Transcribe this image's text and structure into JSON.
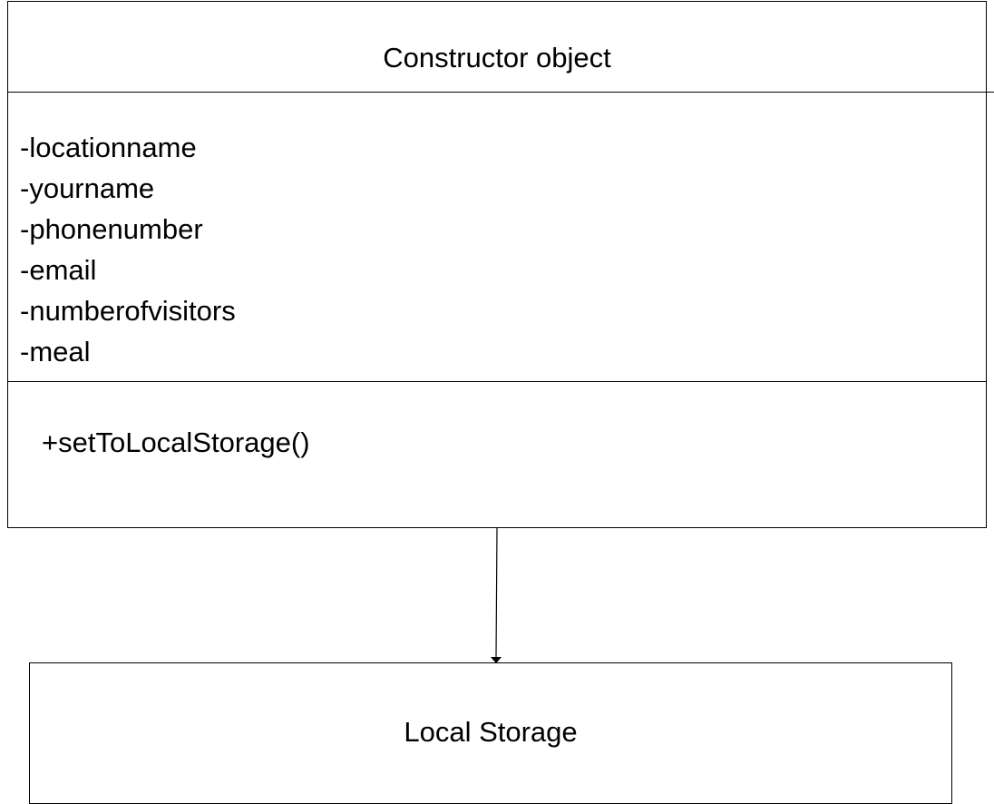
{
  "class": {
    "title": "Constructor object",
    "attributes": [
      "-locationname",
      "-yourname",
      "-phonenumber",
      "-email",
      "-numberofvisitors",
      "-meal"
    ],
    "method": "+setToLocalStorage()"
  },
  "storage": {
    "label": "Local Storage"
  },
  "colors": {
    "line": "#000000",
    "background": "#ffffff"
  }
}
